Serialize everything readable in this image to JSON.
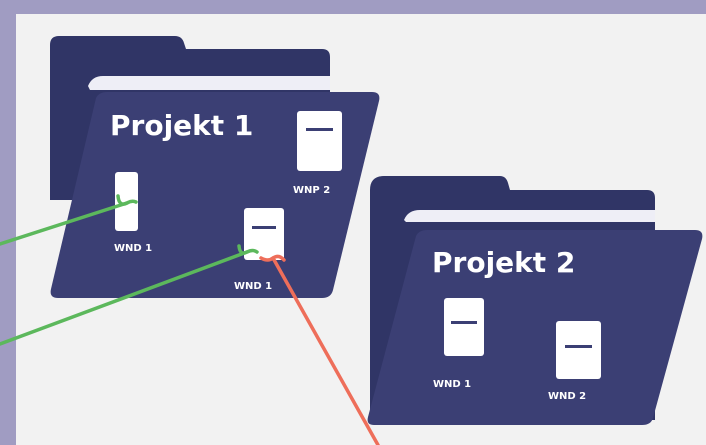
{
  "projects": [
    {
      "title": "Projekt 1",
      "documents": [
        "WND 1",
        "WND 1",
        "WNP 2"
      ]
    },
    {
      "title": "Projekt 2",
      "documents": [
        "WND 1",
        "WND 2"
      ]
    }
  ],
  "colors": {
    "background": "#a09cc2",
    "panel": "#f2f2f2",
    "folder": "#3b3f74",
    "folder_back": "#2f3466",
    "document": "#ffffff",
    "link_green": "#5cb85c",
    "link_red": "#ee6e5a"
  },
  "icons": {
    "folder": "folder-icon",
    "document": "document-icon",
    "connector": "link-arrow"
  }
}
